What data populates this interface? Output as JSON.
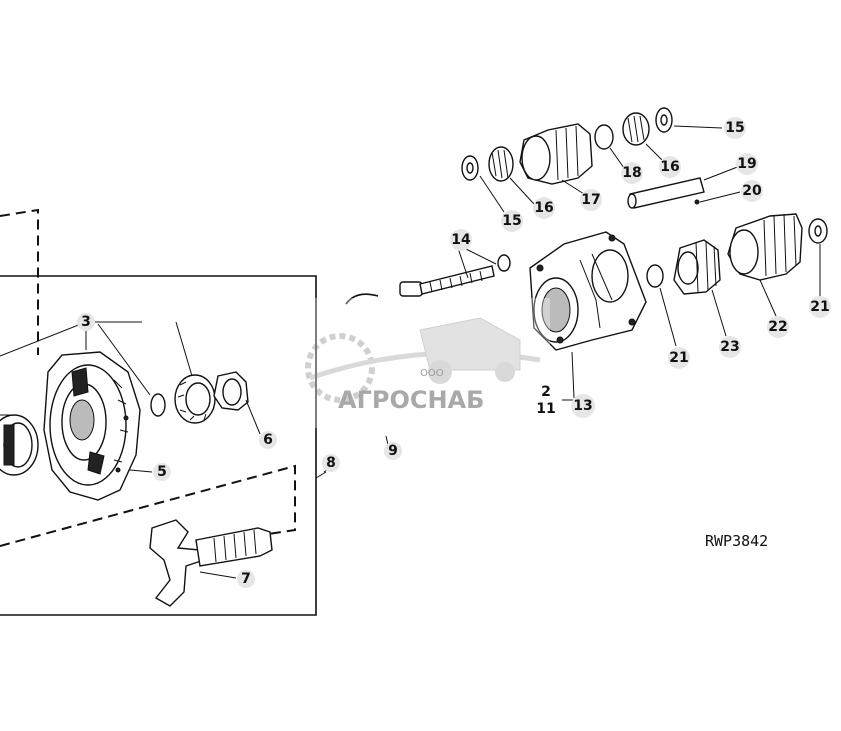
{
  "drawing_ref": "RWP3842",
  "watermark": {
    "prefix": "ООО",
    "name": "АГРОСНАБ"
  },
  "callouts": [
    {
      "id": "c3",
      "label": "3"
    },
    {
      "id": "c5",
      "label": "5"
    },
    {
      "id": "c6",
      "label": "6"
    },
    {
      "id": "c7",
      "label": "7"
    },
    {
      "id": "c8",
      "label": "8"
    },
    {
      "id": "c9",
      "label": "9"
    },
    {
      "id": "c13",
      "label": "13"
    },
    {
      "id": "c14",
      "label": "14"
    },
    {
      "id": "c15a",
      "label": "15"
    },
    {
      "id": "c15b",
      "label": "15"
    },
    {
      "id": "c16a",
      "label": "16"
    },
    {
      "id": "c16b",
      "label": "16"
    },
    {
      "id": "c17",
      "label": "17"
    },
    {
      "id": "c18",
      "label": "18"
    },
    {
      "id": "c19",
      "label": "19"
    },
    {
      "id": "c20",
      "label": "20"
    },
    {
      "id": "c21a",
      "label": "21"
    },
    {
      "id": "c21b",
      "label": "21"
    },
    {
      "id": "c22",
      "label": "22"
    },
    {
      "id": "c23",
      "label": "23"
    }
  ],
  "partial_labels": [
    "2",
    "11"
  ]
}
